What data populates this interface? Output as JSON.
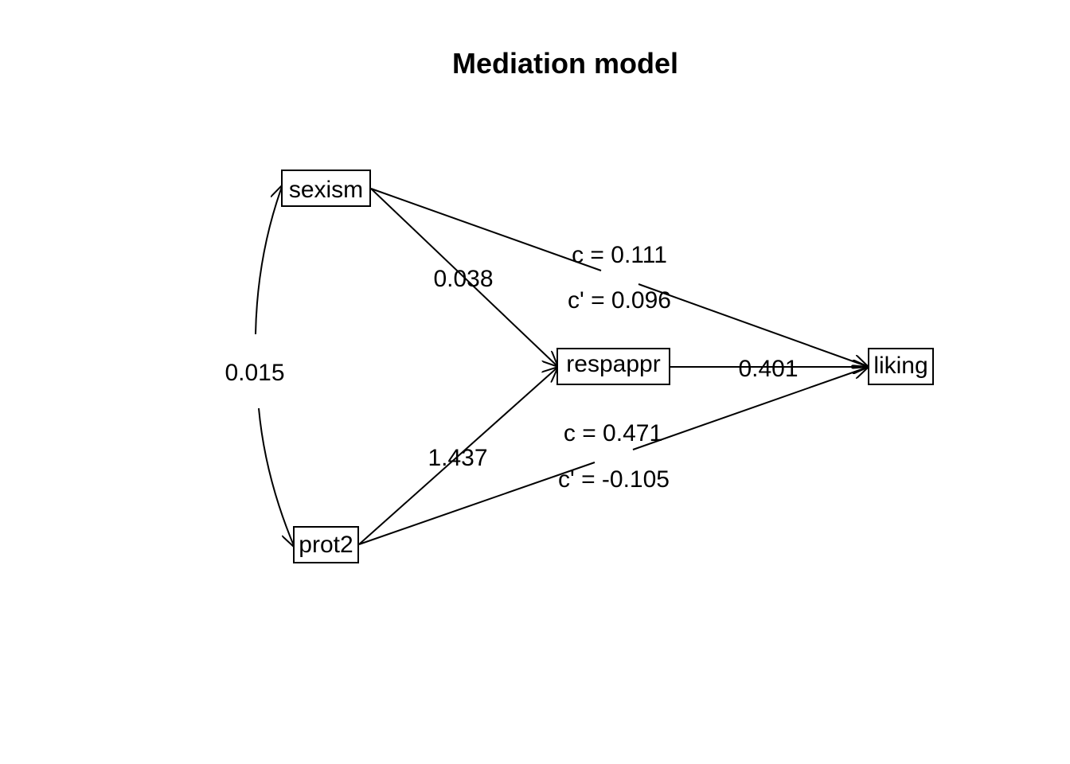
{
  "title": "Mediation model",
  "nodes": {
    "sexism": "sexism",
    "prot2": "prot2",
    "respappr": "respappr",
    "liking": "liking"
  },
  "edges": {
    "sexism_respappr": "0.038",
    "prot2_respappr": "1.437",
    "respappr_liking": "0.401",
    "covariance_sexism_prot2": "0.015",
    "sexism_liking_c": "c =  0.111",
    "sexism_liking_cprime": "c' =  0.096",
    "prot2_liking_c": "c =  0.471",
    "prot2_liking_cprime": "c' =  -0.105"
  },
  "colors": {
    "stroke": "#000000",
    "background": "#ffffff"
  }
}
